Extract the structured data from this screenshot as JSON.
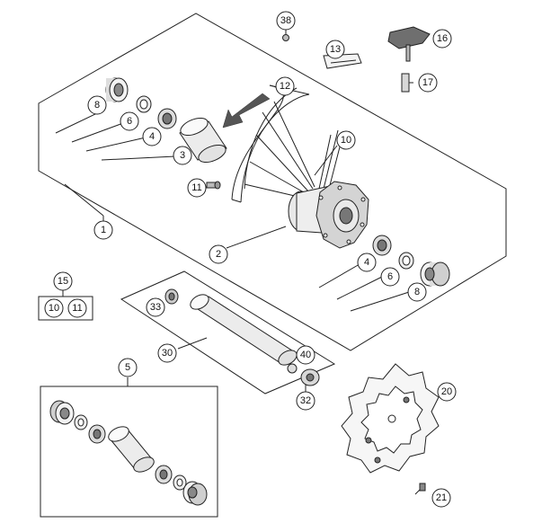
{
  "callouts": {
    "c1": "1",
    "c2": "2",
    "c3": "3",
    "c4a": "4",
    "c4b": "4",
    "c5": "5",
    "c6a": "6",
    "c6b": "6",
    "c8a": "8",
    "c8b": "8",
    "c10a": "10",
    "c10b": "10",
    "c11a": "11",
    "c11b": "11",
    "c12": "12",
    "c13": "13",
    "c15": "15",
    "c16": "16",
    "c17": "17",
    "c20": "20",
    "c21": "21",
    "c30": "30",
    "c32": "32",
    "c33": "33",
    "c38": "38",
    "c40": "40"
  },
  "colors": {
    "line": "#222222",
    "part_fill": "#e6e6e6",
    "part_dark": "#8a8a8a",
    "arrow": "#555555"
  }
}
